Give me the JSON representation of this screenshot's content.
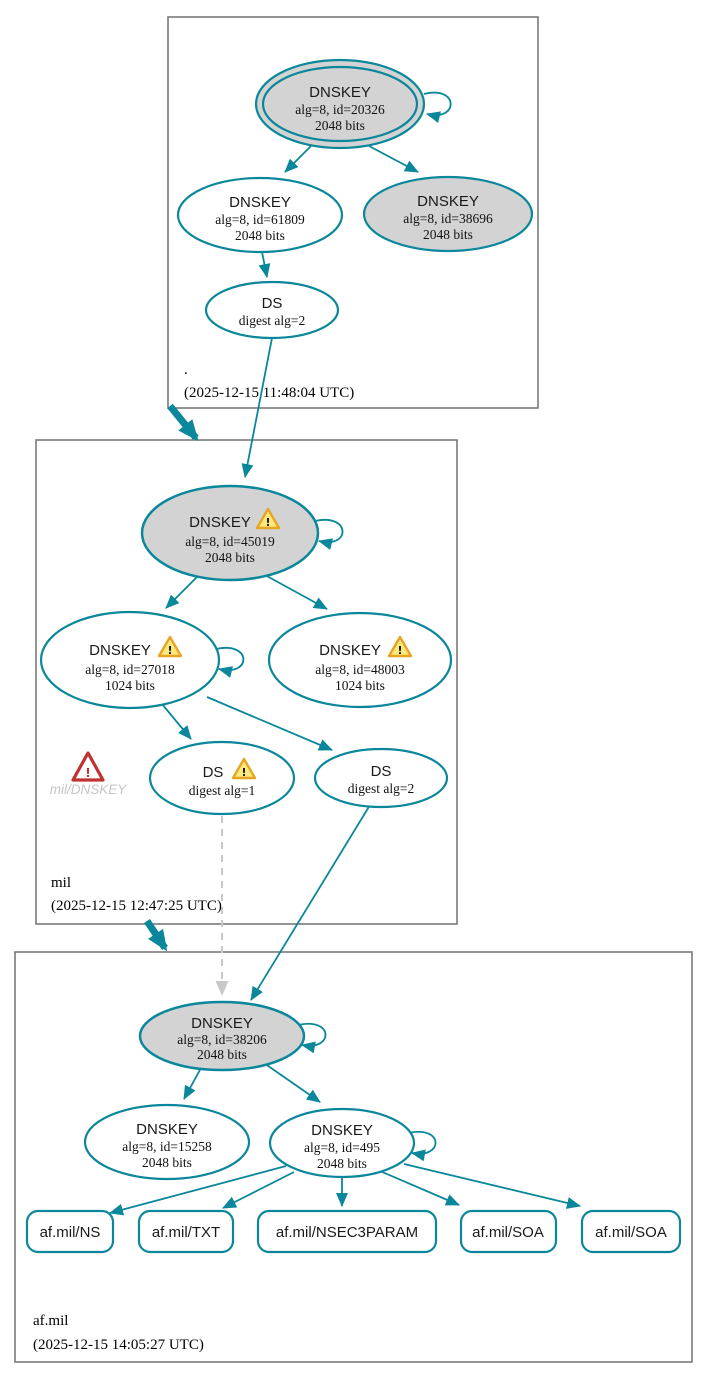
{
  "glyphs": {
    "exclamation": "!"
  },
  "colors": {
    "edge_teal": "#0a879a",
    "node_fill_gray": "#d3d3d3",
    "node_fill_white": "#ffffff",
    "zone_border_gray": "#7a7a7a",
    "dashed_gray": "#c9c9c9",
    "warning_fill": "#fce97e",
    "warning_stroke": "#e8a422",
    "error_red": "#c03232",
    "muted_text": "#c5c5c5"
  },
  "zones": [
    {
      "name": ".",
      "timestamp": "(2025-12-15 11:48:04 UTC)",
      "ksk": {
        "title": "DNSKEY",
        "detail": "alg=8, id=20326",
        "size": "2048 bits"
      },
      "zsk": {
        "title": "DNSKEY",
        "detail": "alg=8, id=61809",
        "size": "2048 bits"
      },
      "zsk2": {
        "title": "DNSKEY",
        "detail": "alg=8, id=38696",
        "size": "2048 bits"
      },
      "ds": {
        "title": "DS",
        "detail": "digest alg=2"
      }
    },
    {
      "name": "mil",
      "timestamp": "(2025-12-15 12:47:25 UTC)",
      "ksk": {
        "title": "DNSKEY",
        "detail": "alg=8, id=45019",
        "size": "2048 bits"
      },
      "zsk": {
        "title": "DNSKEY",
        "detail": "alg=8, id=27018",
        "size": "1024 bits"
      },
      "zsk2": {
        "title": "DNSKEY",
        "detail": "alg=8, id=48003",
        "size": "1024 bits"
      },
      "ds1": {
        "title": "DS",
        "detail": "digest alg=1"
      },
      "ds2": {
        "title": "DS",
        "detail": "digest alg=2"
      },
      "error_label": "mil/DNSKEY"
    },
    {
      "name": "af.mil",
      "timestamp": "(2025-12-15 14:05:27 UTC)",
      "ksk": {
        "title": "DNSKEY",
        "detail": "alg=8, id=38206",
        "size": "2048 bits"
      },
      "zsk": {
        "title": "DNSKEY",
        "detail": "alg=8, id=15258",
        "size": "2048 bits"
      },
      "zsk2": {
        "title": "DNSKEY",
        "detail": "alg=8, id=495",
        "size": "2048 bits"
      },
      "rrsets": [
        "af.mil/NS",
        "af.mil/TXT",
        "af.mil/NSEC3PARAM",
        "af.mil/SOA",
        "af.mil/SOA"
      ]
    }
  ]
}
